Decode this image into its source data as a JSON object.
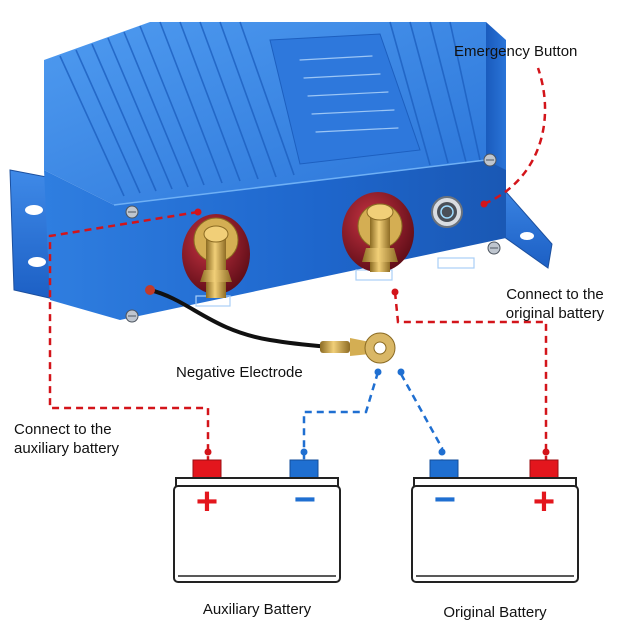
{
  "labels": {
    "emergency_button": "Emergency Button",
    "connect_original_line1": "Connect to the",
    "connect_original_line2": "original battery",
    "negative_electrode": "Negative Electrode",
    "connect_auxiliary_line1": "Connect to the",
    "connect_auxiliary_line2": "auxiliary battery",
    "auxiliary_battery": "Auxiliary Battery",
    "original_battery": "Original Battery"
  },
  "battery_signs": {
    "plus": "+",
    "minus": "−"
  },
  "colors": {
    "positive_wire": "#d3141a",
    "negative_wire": "#1f6fd1",
    "positive_terminal": "#e3161d",
    "negative_terminal": "#1f6fd1",
    "device_body": "#2a74d8",
    "terminal_post": "#8a1822",
    "brass": "#c9a043"
  },
  "icons": {
    "device": "battery-isolator-device",
    "battery": "car-battery-icon",
    "lug": "ring-terminal-lug",
    "button": "illuminated-push-button"
  }
}
